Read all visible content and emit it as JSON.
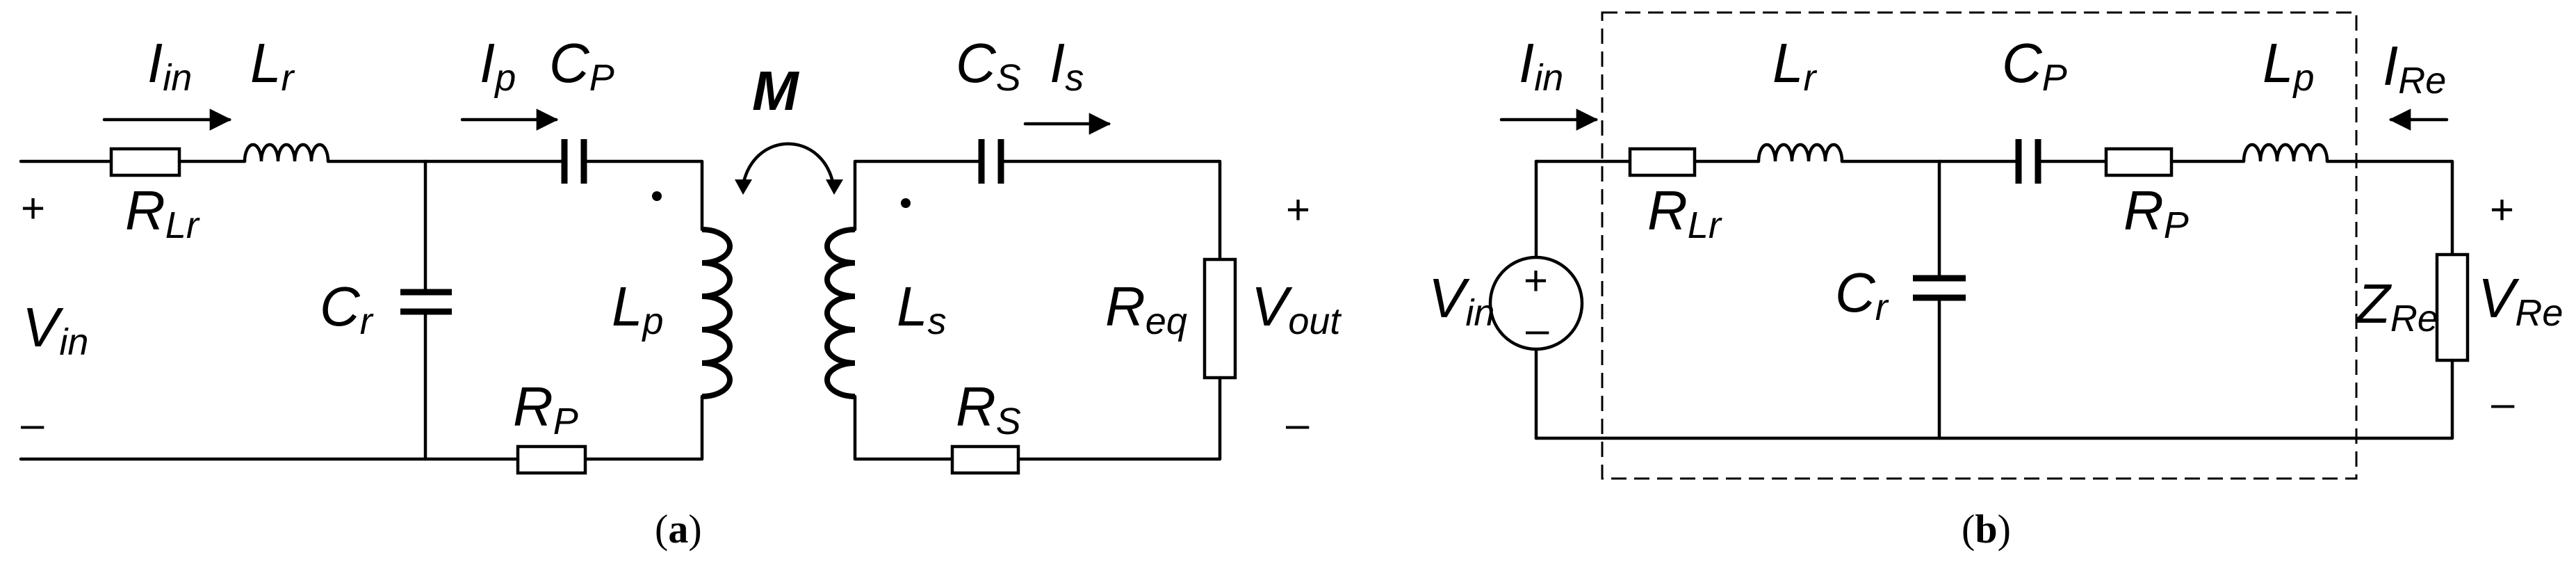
{
  "figure_a": {
    "tag": "a",
    "labels": {
      "i_in_main": "I",
      "i_in_sub": "in",
      "l_r_main": "L",
      "l_r_sub": "r",
      "r_lr_main": "R",
      "r_lr_sub": "Lr",
      "v_in_main": "V",
      "v_in_sub": "in",
      "i_p_main": "I",
      "i_p_sub": "p",
      "c_p_main": "C",
      "c_p_sub": "P",
      "c_r_main": "C",
      "c_r_sub": "r",
      "l_p_main": "L",
      "l_p_sub": "p",
      "r_p_main": "R",
      "r_p_sub": "P",
      "m": "M",
      "c_s_main": "C",
      "c_s_sub": "S",
      "i_s_main": "I",
      "i_s_sub": "s",
      "l_s_main": "L",
      "l_s_sub": "s",
      "r_s_main": "R",
      "r_s_sub": "S",
      "r_eq_main": "R",
      "r_eq_sub": "eq",
      "v_out_main": "V",
      "v_out_sub": "out",
      "plus_in": "+",
      "minus_in": "–",
      "plus_out": "+",
      "minus_out": "–"
    }
  },
  "figure_b": {
    "tag": "b",
    "labels": {
      "i_in_main": "I",
      "i_in_sub": "in",
      "l_r_main": "L",
      "l_r_sub": "r",
      "c_p_main": "C",
      "c_p_sub": "P",
      "l_p_main": "L",
      "l_p_sub": "p",
      "i_re_main": "I",
      "i_re_sub": "Re",
      "r_lr_main": "R",
      "r_lr_sub": "Lr",
      "r_p_main": "R",
      "r_p_sub": "P",
      "v_in_main": "V",
      "v_in_sub": "in",
      "c_r_main": "C",
      "c_r_sub": "r",
      "z_re_main": "Z",
      "z_re_sub": "Re",
      "v_re_main": "V",
      "v_re_sub": "Re",
      "src_plus": "+",
      "src_minus": "–",
      "plus_re": "+",
      "minus_re": "–"
    }
  }
}
